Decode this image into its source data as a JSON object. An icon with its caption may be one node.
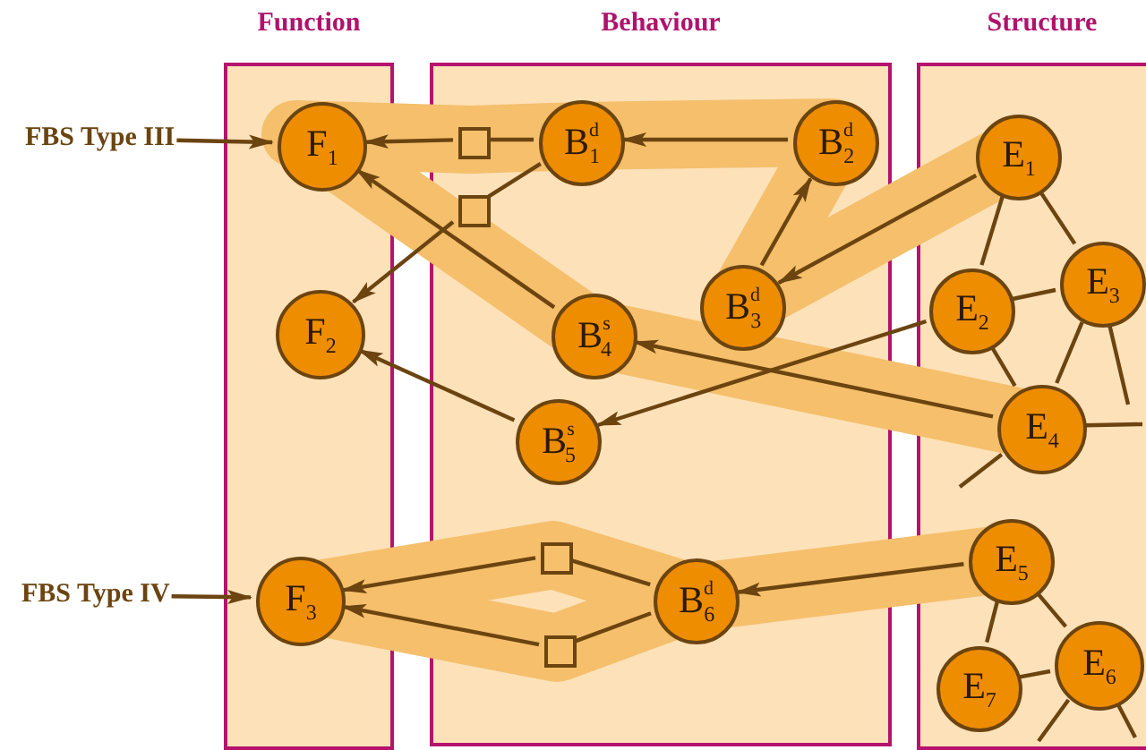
{
  "diagram": {
    "nodes": [
      {
        "text": [
          "Function"
        ]
      },
      {
        "text": [
          "Behaviour"
        ]
      },
      {
        "text": [
          "Structure"
        ]
      },
      {
        "text": [
          "FBS Type III"
        ]
      },
      {
        "text": [
          "F$_{1}$"
        ],
        "in": 0
      },
      {
        "text": [],
        "shape": "box",
        "in": 1
      },
      {
        "text": [
          "B$^{d}$$_{1}$"
        ],
        "in": 1
      },
      {
        "text": [
          "B$^{d}$$_{2}$"
        ],
        "in": 1
      },
      {
        "text": [],
        "shape": "box",
        "in": 1
      },
      {
        "text": [
          "F$_{2}$"
        ],
        "in": 0
      },
      {
        "text": [
          "B$^{d}$$_{3}$"
        ],
        "in": 1
      },
      {
        "text": [
          "B$^{s}$$_{4}$"
        ],
        "in": 1
      },
      {
        "text": [
          "B$^{s}$$_{5}$"
        ],
        "in": 1
      },
      {
        "text": [
          "E$_{1}$"
        ],
        "in": 2
      },
      {
        "text": [
          "E$_{2}$"
        ],
        "in": 2
      },
      {
        "text": [
          "E$_{3}$"
        ],
        "in": 2
      },
      {
        "text": [
          "E$_{4}$"
        ],
        "in": 2
      },
      {
        "text": [
          "FBS Type IV"
        ]
      },
      {
        "text": [
          "F$_{3}$"
        ],
        "in": 0
      },
      {
        "text": [],
        "shape": "box",
        "in": 1
      },
      {
        "text": [],
        "shape": "box",
        "in": 1
      },
      {
        "text": [
          "B$^{d}$$_{6}$"
        ],
        "in": 1
      },
      {
        "text": [
          "E$_{5}$"
        ],
        "in": 2
      },
      {
        "text": [
          "E$_{6}$"
        ],
        "in": 2
      },
      {
        "text": [
          "E$_{7}$"
        ],
        "in": 2
      }
    ],
    "edges": [
      {
        "from": 3,
        "to": 4,
        "arrow": "to"
      },
      {
        "from": 6,
        "to": 5,
        "arrow": "none"
      },
      {
        "from": 5,
        "to": 4,
        "arrow": "to"
      },
      {
        "from": 7,
        "to": 6,
        "arrow": "to"
      },
      {
        "from": 6,
        "to": 8,
        "arrow": "none"
      },
      {
        "from": 8,
        "to": 9,
        "arrow": "to"
      },
      {
        "from": 11,
        "to": 4,
        "arrow": "to"
      },
      {
        "from": 10,
        "to": 7,
        "arrow": "to"
      },
      {
        "from": 13,
        "to": 10,
        "arrow": "to"
      },
      {
        "from": 16,
        "to": 11,
        "arrow": "to"
      },
      {
        "from": 14,
        "to": 12,
        "arrow": "to"
      },
      {
        "from": 12,
        "to": 9,
        "arrow": "to"
      },
      {
        "from": 13,
        "to": 14,
        "arrow": "none"
      },
      {
        "from": 13,
        "to": 15,
        "arrow": "none"
      },
      {
        "from": 14,
        "to": 15,
        "arrow": "none"
      },
      {
        "from": 14,
        "to": 16,
        "arrow": "none"
      },
      {
        "from": 15,
        "to": 16,
        "arrow": "none"
      },
      {
        "from": 15,
        "to": null,
        "arrow": "none"
      },
      {
        "from": 16,
        "to": null,
        "arrow": "none"
      },
      {
        "from": 16,
        "to": null,
        "arrow": "none"
      },
      {
        "from": 17,
        "to": 18,
        "arrow": "to"
      },
      {
        "from": 21,
        "to": 19,
        "arrow": "none"
      },
      {
        "from": 19,
        "to": 18,
        "arrow": "to"
      },
      {
        "from": 21,
        "to": 20,
        "arrow": "none"
      },
      {
        "from": 20,
        "to": 18,
        "arrow": "to"
      },
      {
        "from": 22,
        "to": 21,
        "arrow": "to"
      },
      {
        "from": 22,
        "to": 24,
        "arrow": "none"
      },
      {
        "from": 22,
        "to": 23,
        "arrow": "none"
      },
      {
        "from": 23,
        "to": 24,
        "arrow": "none"
      },
      {
        "from": 23,
        "to": null,
        "arrow": "none"
      },
      {
        "from": 23,
        "to": null,
        "arrow": "none"
      }
    ]
  }
}
